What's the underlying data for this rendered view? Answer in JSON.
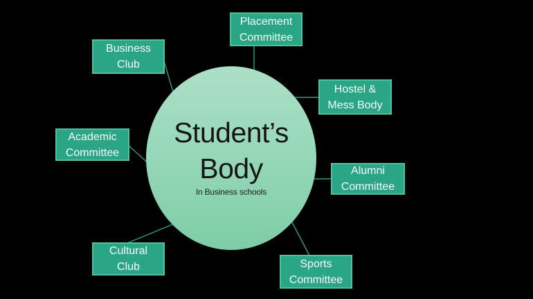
{
  "diagram_type": "radial",
  "center": {
    "id": "students-body",
    "line1": "Student’s",
    "line2": "Body",
    "subtitle": "In Business schools"
  },
  "nodes": [
    {
      "id": "placement-committee",
      "line1": "Placement",
      "line2": "Committee"
    },
    {
      "id": "business-club",
      "line1": "Business",
      "line2": "Club"
    },
    {
      "id": "hostel-mess-body",
      "line1": "Hostel &",
      "line2": "Mess Body"
    },
    {
      "id": "academic-committee",
      "line1": "Academic",
      "line2": "Committee"
    },
    {
      "id": "alumni-committee",
      "line1": "Alumni",
      "line2": "Committee"
    },
    {
      "id": "cultural-club",
      "line1": "Cultural",
      "line2": "Club"
    },
    {
      "id": "sports-committee",
      "line1": "Sports",
      "line2": "Committee"
    }
  ],
  "edges": [
    {
      "from": "students-body",
      "to": "placement-committee"
    },
    {
      "from": "students-body",
      "to": "business-club"
    },
    {
      "from": "students-body",
      "to": "hostel-mess-body"
    },
    {
      "from": "students-body",
      "to": "academic-committee"
    },
    {
      "from": "students-body",
      "to": "alumni-committee"
    },
    {
      "from": "students-body",
      "to": "cultural-club"
    },
    {
      "from": "students-body",
      "to": "sports-committee"
    }
  ],
  "colors": {
    "background": "#000000",
    "node_fill": "#2aa585",
    "node_border": "#52c1a0",
    "node_text": "#fbfdfc",
    "center_gradient_top": "#acdfc7",
    "center_gradient_bottom": "#7ecda6",
    "connector": "#2f9f82",
    "center_text": "#161616"
  }
}
